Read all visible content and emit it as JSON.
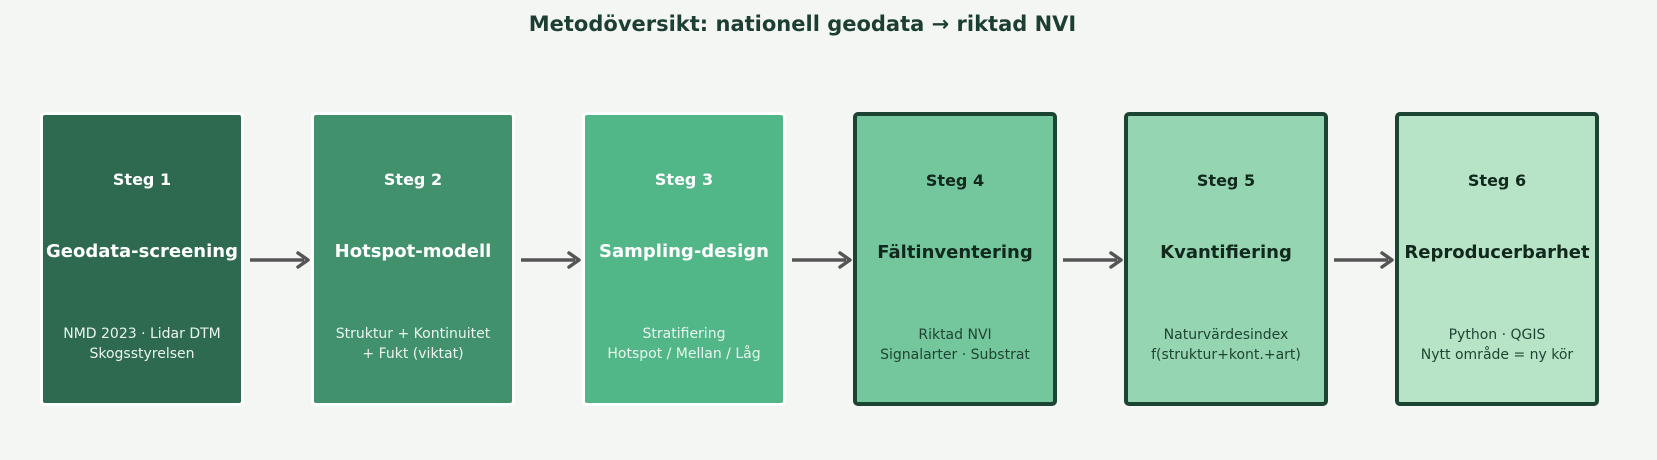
{
  "title": "Metodöversikt: nationell geodata → riktad NVI",
  "steps": [
    {
      "num": "Steg 1",
      "name": "Geodata-screening",
      "desc": "NMD 2023 · Lidar DTM\nSkogsstyrelsen",
      "color": "#2d6a50"
    },
    {
      "num": "Steg 2",
      "name": "Hotspot-modell",
      "desc": "Struktur + Kontinuitet\n+ Fukt (viktat)",
      "color": "#42916d"
    },
    {
      "num": "Steg 3",
      "name": "Sampling-design",
      "desc": "Stratifiering\nHotspot / Mellan / Låg",
      "color": "#52b788"
    },
    {
      "num": "Steg 4",
      "name": "Fältinventering",
      "desc": "Riktad NVI\nSignalarter · Substrat",
      "color": "#74c69d"
    },
    {
      "num": "Steg 5",
      "name": "Kvantifiering",
      "desc": "Naturvärdesindex\nf(struktur+kont.+art)",
      "color": "#95d5b2"
    },
    {
      "num": "Steg 6",
      "name": "Reproducerbarhet",
      "desc": "Python · QGIS\nNytt område = ny kör",
      "color": "#b7e4c7"
    }
  ],
  "arrow_color": "#555555"
}
